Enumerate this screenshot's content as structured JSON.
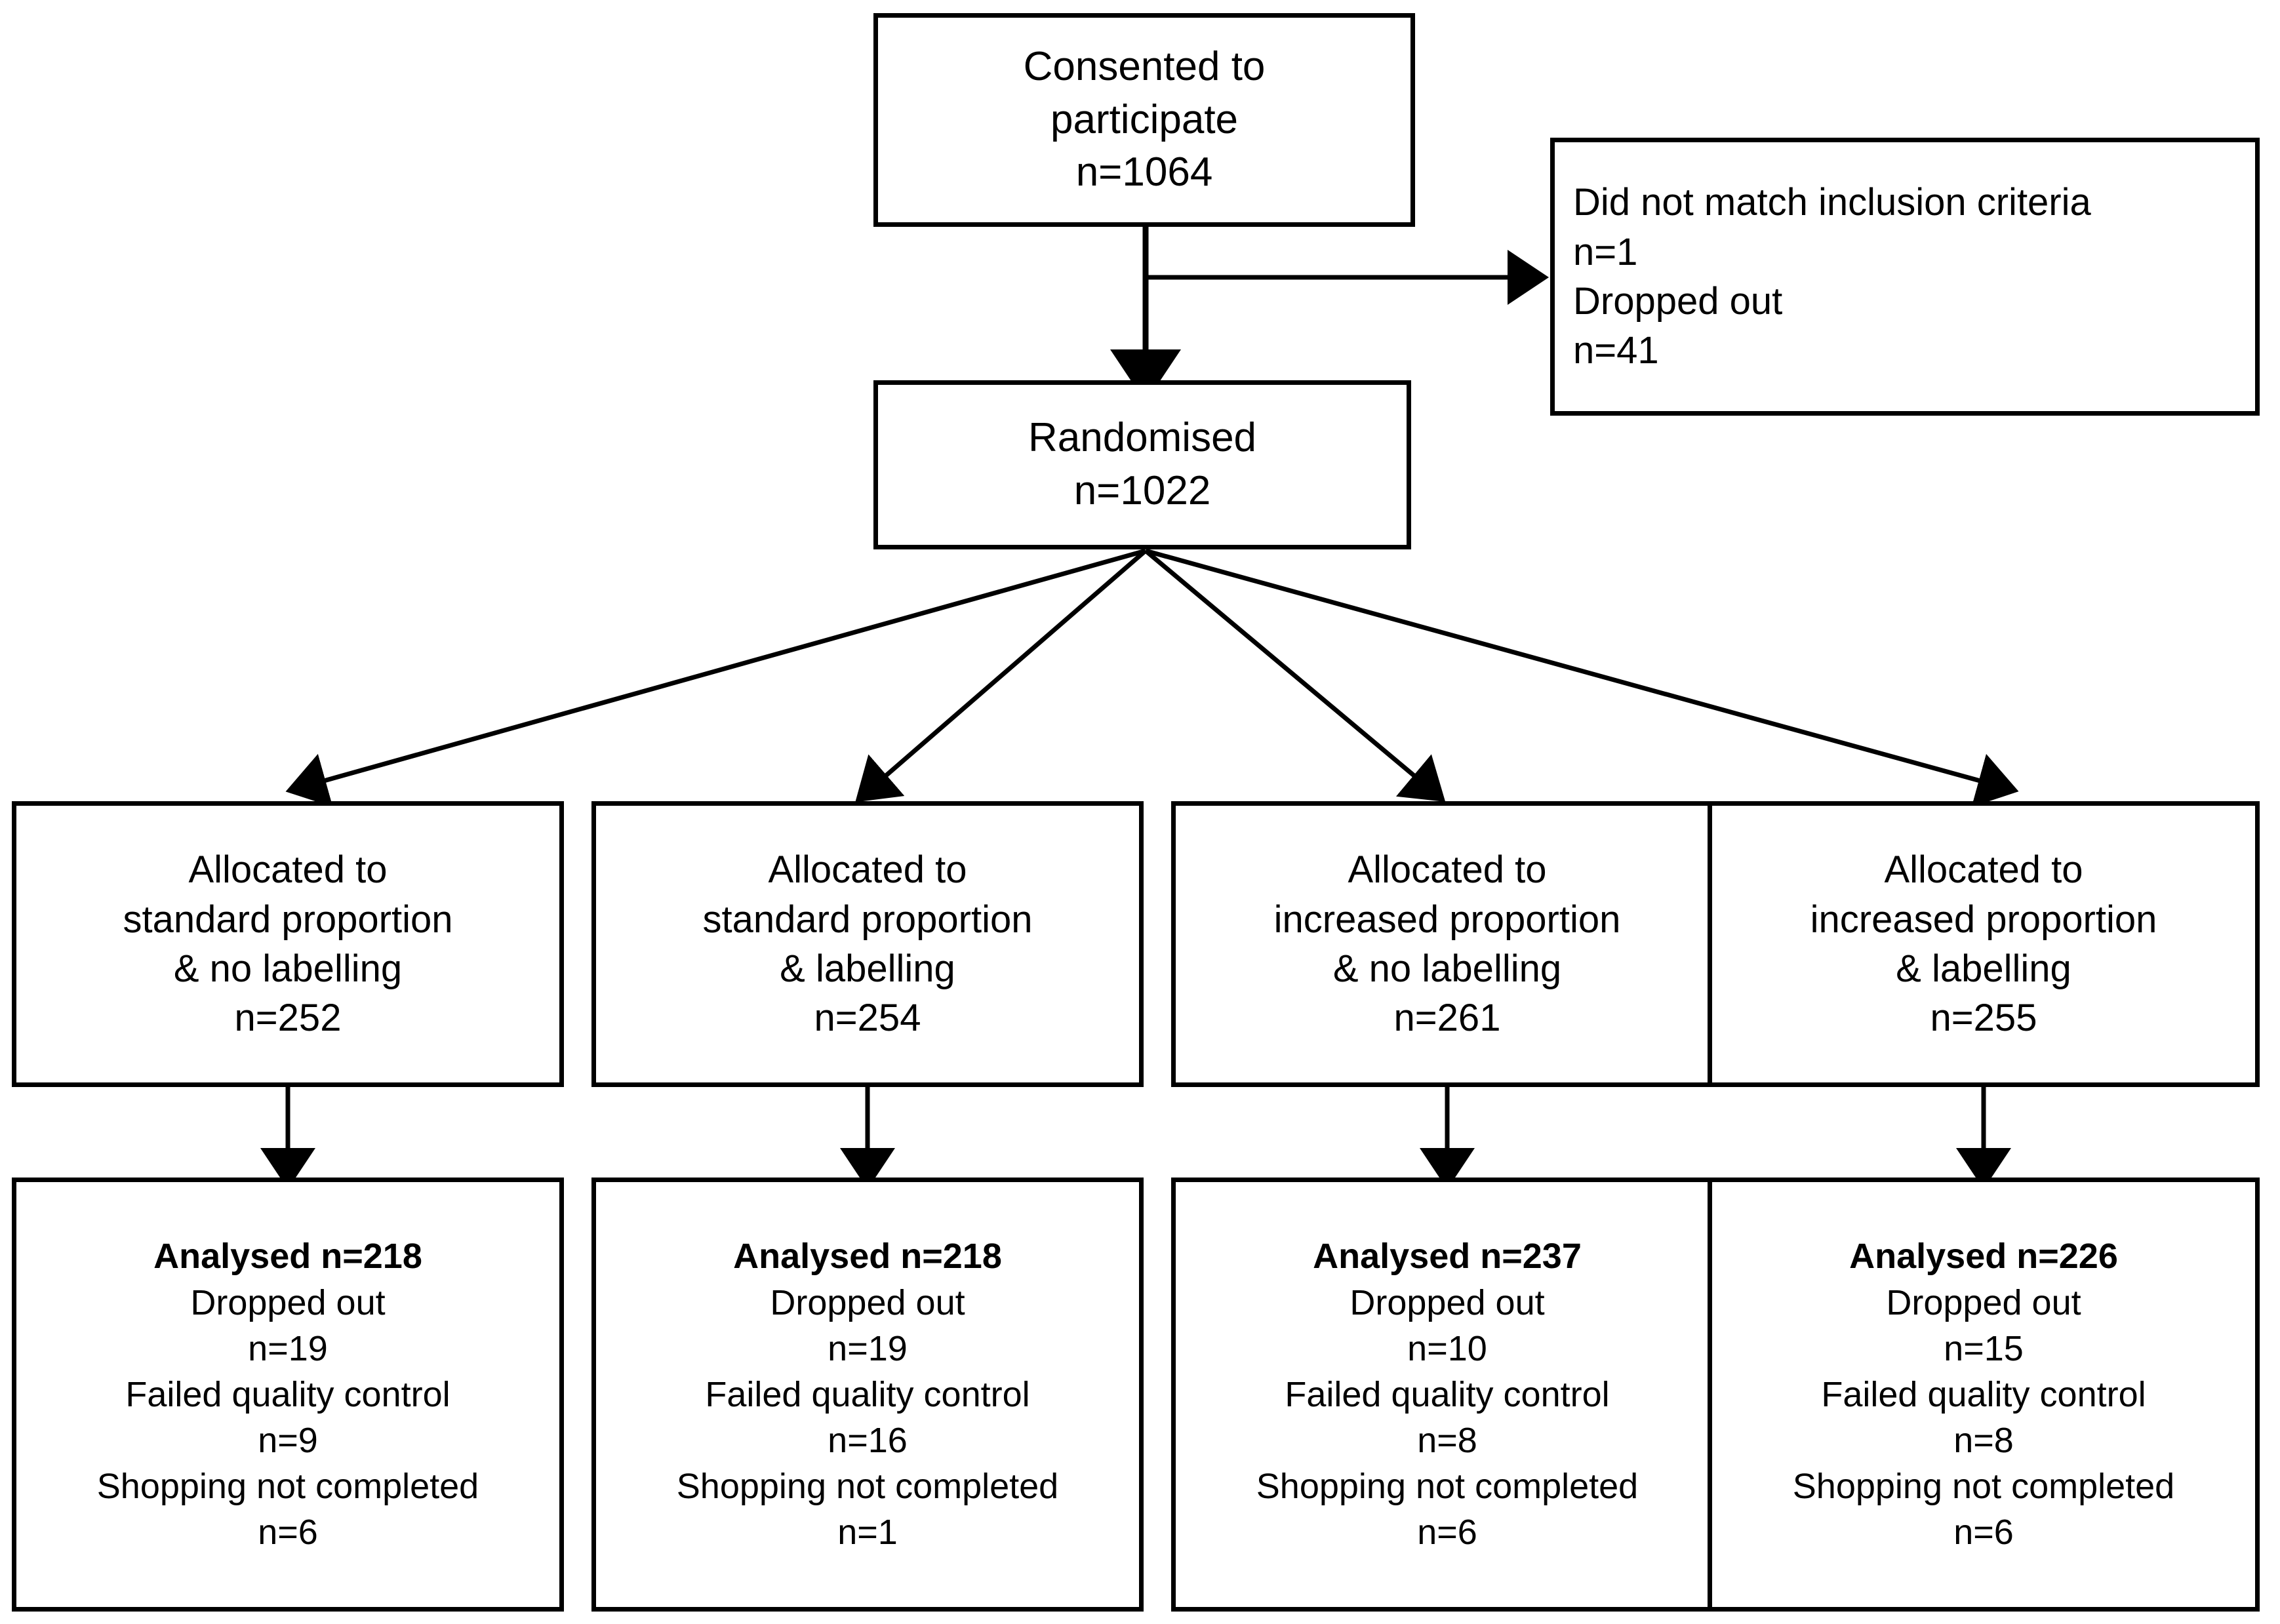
{
  "diagram": {
    "type": "consort-flow-diagram",
    "colors": {
      "stroke": "#000000",
      "background": "#ffffff",
      "text": "#000000"
    }
  },
  "nodes": {
    "consented": {
      "name": "consented-to-participate",
      "lines": [
        "Consented to",
        "participate",
        "n=1064"
      ],
      "n": 1064
    },
    "excluded": {
      "name": "excluded-participants",
      "lines": [
        "Did not match inclusion criteria",
        "n=1",
        "Dropped out",
        "n=41"
      ],
      "did_not_match_inclusion_criteria": 1,
      "dropped_out": 41
    },
    "randomised": {
      "name": "randomised",
      "lines": [
        "Randomised",
        "n=1022"
      ],
      "n": 1022
    },
    "allocation": [
      {
        "name": "allocated-standard-proportion-no-labelling",
        "lines": [
          "Allocated to",
          "standard proportion",
          "& no labelling",
          "n=252"
        ],
        "n": 252
      },
      {
        "name": "allocated-standard-proportion-labelling",
        "lines": [
          "Allocated to",
          "standard proportion",
          "& labelling",
          "n=254"
        ],
        "n": 254
      },
      {
        "name": "allocated-increased-proportion-no-labelling",
        "lines": [
          "Allocated to",
          "increased proportion",
          "& no labelling",
          "n=261"
        ],
        "n": 261
      },
      {
        "name": "allocated-increased-proportion-labelling",
        "lines": [
          "Allocated to",
          "increased proportion",
          "& labelling",
          "n=255"
        ],
        "n": 255
      }
    ],
    "analysis": [
      {
        "name": "analysed-standard-proportion-no-labelling",
        "headline": "Analysed n=218",
        "lines": [
          "Dropped out",
          "n=19",
          "Failed quality control",
          "n=9",
          "Shopping not completed",
          "n=6"
        ],
        "analysed": 218,
        "dropped_out": 19,
        "failed_quality_control": 9,
        "shopping_not_completed": 6
      },
      {
        "name": "analysed-standard-proportion-labelling",
        "headline": "Analysed n=218",
        "lines": [
          "Dropped out",
          "n=19",
          "Failed quality control",
          "n=16",
          "Shopping not completed",
          "n=1"
        ],
        "analysed": 218,
        "dropped_out": 19,
        "failed_quality_control": 16,
        "shopping_not_completed": 1
      },
      {
        "name": "analysed-increased-proportion-no-labelling",
        "headline": "Analysed n=237",
        "lines": [
          "Dropped out",
          "n=10",
          "Failed quality control",
          "n=8",
          "Shopping not completed",
          "n=6"
        ],
        "analysed": 237,
        "dropped_out": 10,
        "failed_quality_control": 8,
        "shopping_not_completed": 6
      },
      {
        "name": "analysed-increased-proportion-labelling",
        "headline": "Analysed n=226",
        "lines": [
          "Dropped out",
          "n=15",
          "Failed quality control",
          "n=8",
          "Shopping not completed",
          "n=6"
        ],
        "analysed": 226,
        "dropped_out": 15,
        "failed_quality_control": 8,
        "shopping_not_completed": 6
      }
    ]
  }
}
